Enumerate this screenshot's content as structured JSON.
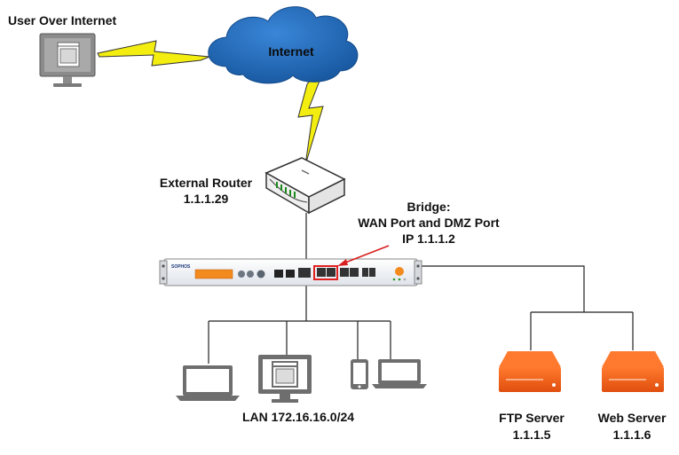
{
  "labels": {
    "user": "User Over Internet",
    "internet": "Internet",
    "router_name": "External Router",
    "router_ip": "1.1.1.29",
    "bridge_title": "Bridge:",
    "bridge_ports": "WAN Port and DMZ Port",
    "bridge_ip": "IP 1.1.1.2",
    "lan": "LAN 172.16.16.0/24",
    "ftp_name": "FTP Server",
    "ftp_ip": "1.1.1.5",
    "web_name": "Web Server",
    "web_ip": "1.1.1.6",
    "firewall_brand": "SOPHOS"
  },
  "icons": {
    "user_computer": "desktop-computer-icon",
    "internet": "cloud-icon",
    "router": "router-icon",
    "firewall": "firewall-appliance-icon",
    "lan_devices": [
      "laptop-icon",
      "desktop-computer-icon",
      "smartphone-icon",
      "laptop-icon"
    ],
    "servers": [
      "server-icon",
      "server-icon"
    ]
  },
  "colors": {
    "cloud": "#1f63b7",
    "lightning": "#f4ee10",
    "server": "#f05a14",
    "highlight_port": "#e02020",
    "arrow": "#d81f1f",
    "device_gray": "#6e6e6e"
  }
}
